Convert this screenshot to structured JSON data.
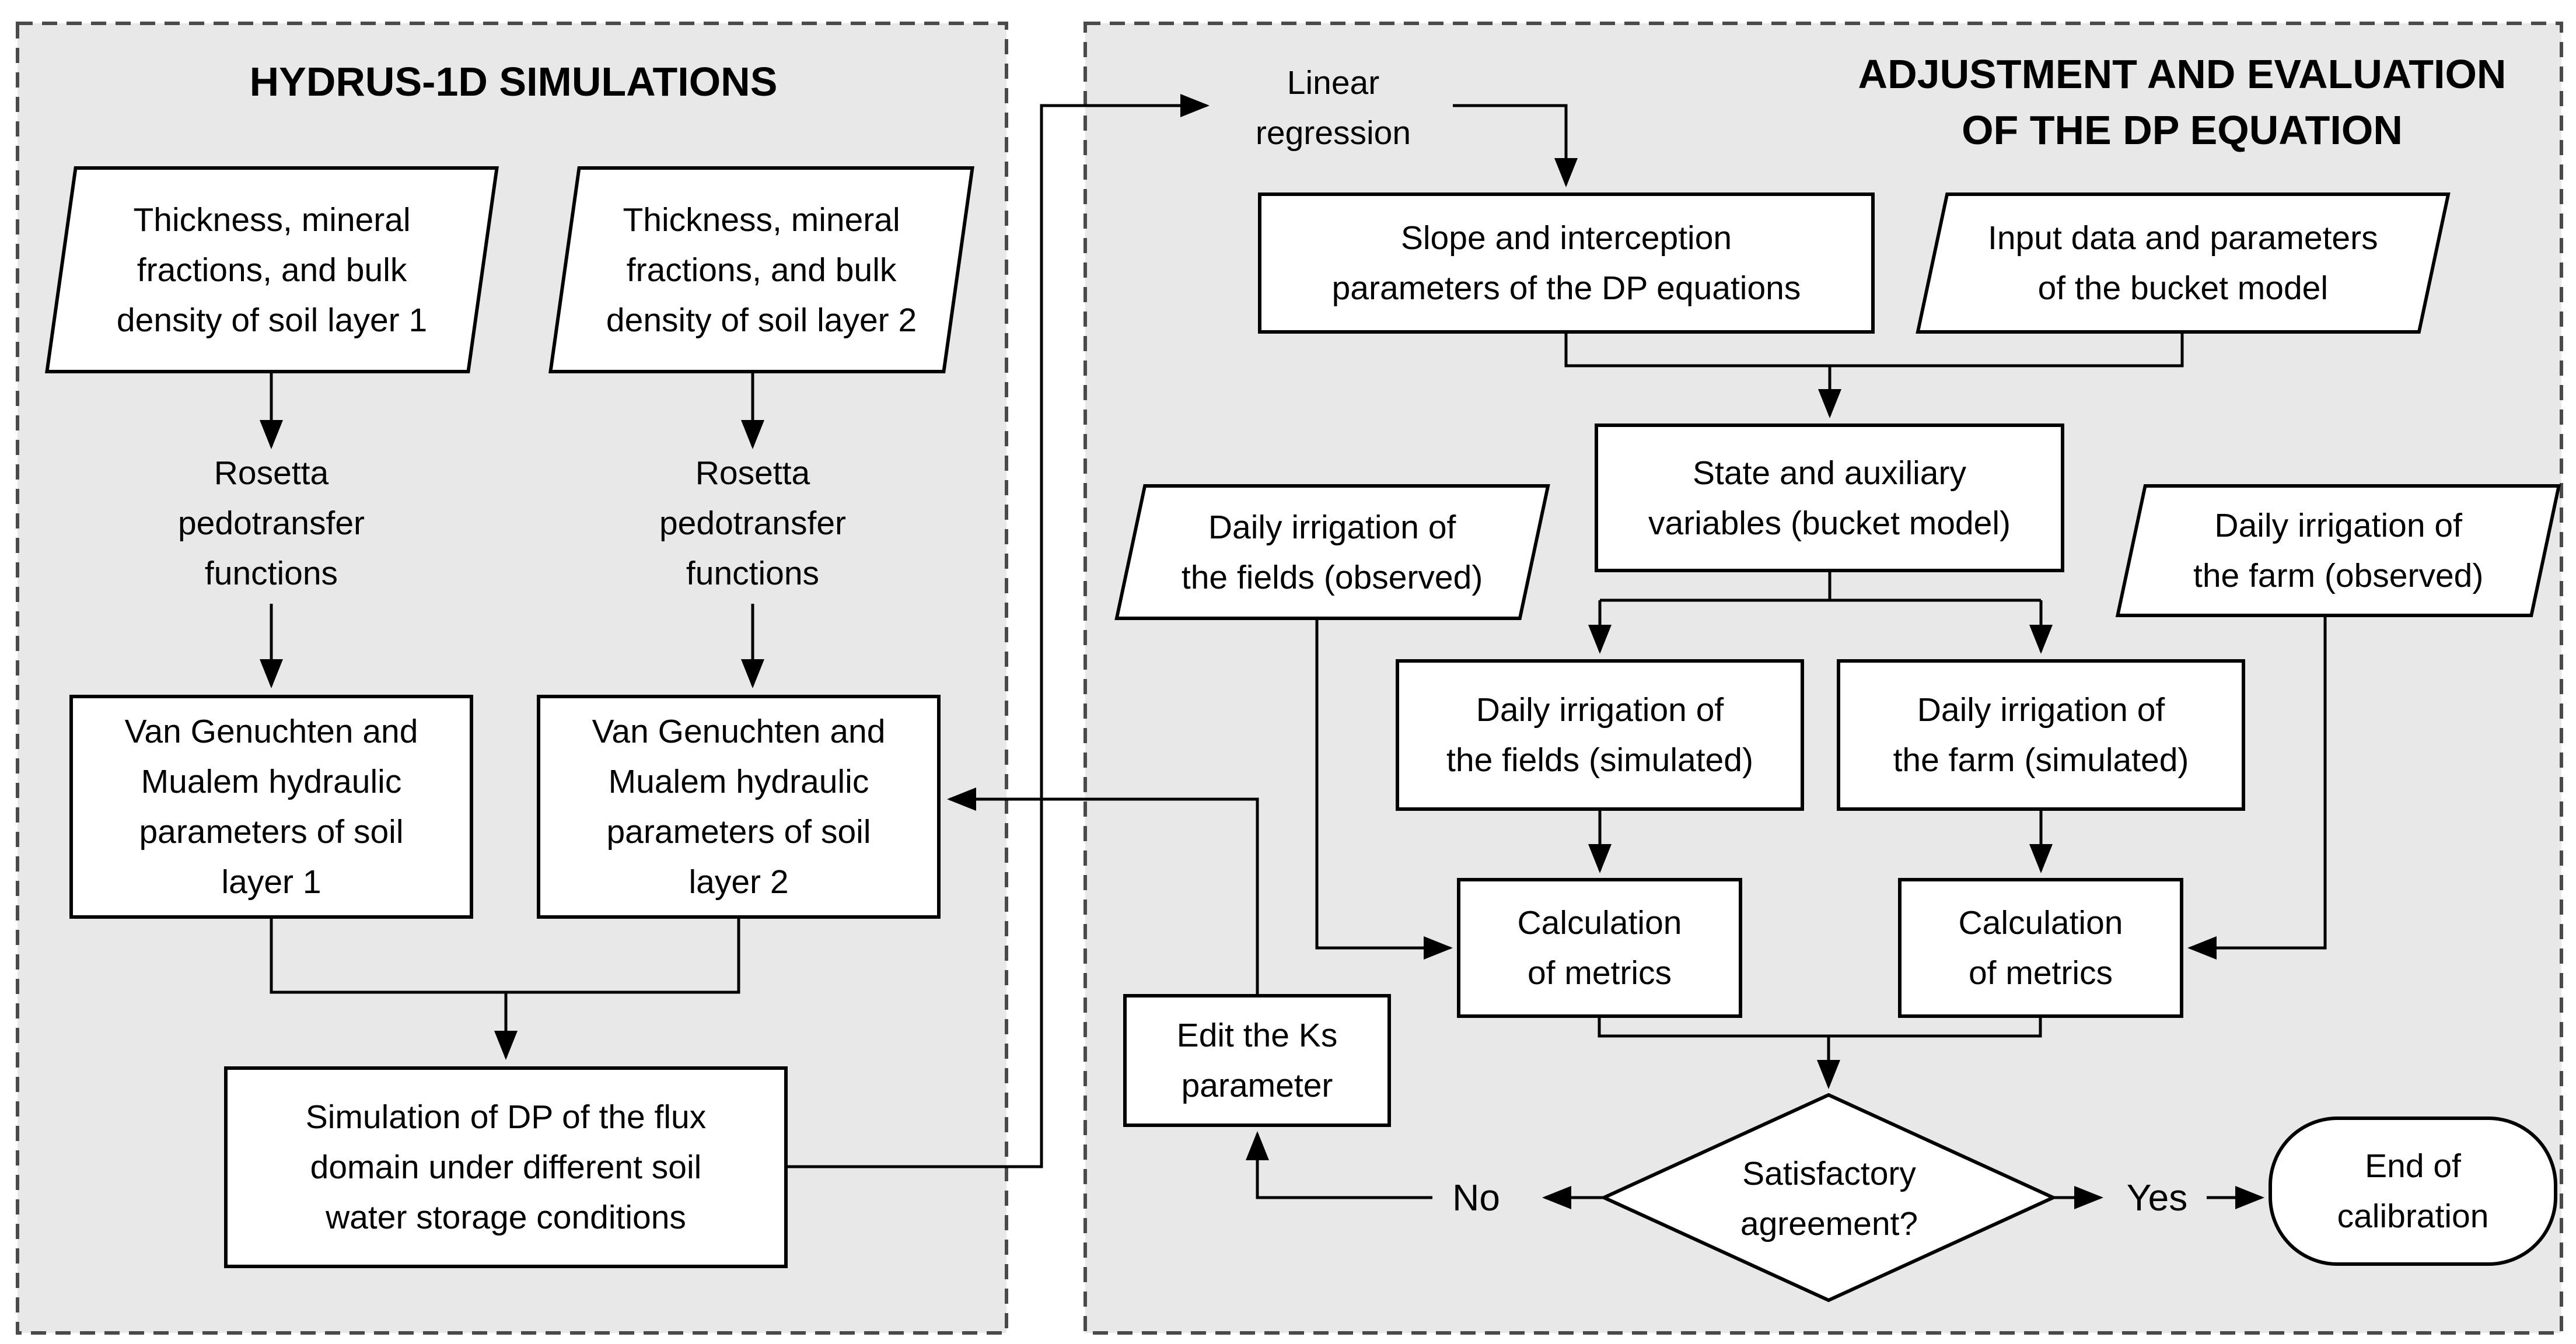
{
  "left_panel": {
    "title": "HYDRUS-1D SIMULATIONS"
  },
  "right_panel": {
    "title": "ADJUSTMENT AND EVALUATION\nOF THE DP EQUATION"
  },
  "nodes": {
    "soil_layer1_input": {
      "shape": "parallelogram",
      "text": "Thickness, mineral\nfractions, and bulk\ndensity of soil layer 1"
    },
    "soil_layer2_input": {
      "shape": "parallelogram",
      "text": "Thickness, mineral\nfractions, and bulk\ndensity of soil layer 2"
    },
    "rosetta1": {
      "shape": "text",
      "text": "Rosetta\npedotransfer\nfunctions"
    },
    "rosetta2": {
      "shape": "text",
      "text": "Rosetta\npedotransfer\nfunctions"
    },
    "van_genuchten1": {
      "shape": "rect",
      "text": "Van Genuchten and\nMualem hydraulic\nparameters of soil\nlayer 1"
    },
    "van_genuchten2": {
      "shape": "rect",
      "text": "Van Genuchten and\nMualem hydraulic\nparameters of soil\nlayer 2"
    },
    "simulation_dp": {
      "shape": "rect",
      "text": "Simulation of DP of the flux\ndomain under different soil\nwater storage conditions"
    },
    "linear_regression": {
      "shape": "text",
      "text": "Linear\nregression"
    },
    "slope_interception": {
      "shape": "rect",
      "text": "Slope and interception\nparameters of the DP equations"
    },
    "input_bucket": {
      "shape": "parallelogram",
      "text": "Input data and parameters\nof the bucket model"
    },
    "state_auxiliary": {
      "shape": "rect",
      "text": "State and auxiliary\nvariables (bucket model)"
    },
    "fields_observed": {
      "shape": "parallelogram",
      "text": "Daily irrigation of\nthe fields (observed)"
    },
    "farm_observed": {
      "shape": "parallelogram",
      "text": "Daily irrigation of\nthe farm (observed)"
    },
    "fields_simulated": {
      "shape": "rect",
      "text": "Daily irrigation of\nthe fields (simulated)"
    },
    "farm_simulated": {
      "shape": "rect",
      "text": "Daily irrigation of\nthe farm (simulated)"
    },
    "calc_metrics_fields": {
      "shape": "rect",
      "text": "Calculation\nof metrics"
    },
    "calc_metrics_farm": {
      "shape": "rect",
      "text": "Calculation\nof metrics"
    },
    "edit_ks": {
      "shape": "rect",
      "text": "Edit the Ks\nparameter"
    },
    "satisfactory_agreement": {
      "shape": "diamond",
      "text": "Satisfactory\nagreement?"
    },
    "end_calibration": {
      "shape": "stadium",
      "text": "End of\ncalibration"
    }
  },
  "labels": {
    "no": "No",
    "yes": "Yes"
  },
  "colors": {
    "panel_bg": "#e8e8e8",
    "node_bg": "#ffffff",
    "line": "#000000",
    "panel_border": "#4a4a4a"
  }
}
